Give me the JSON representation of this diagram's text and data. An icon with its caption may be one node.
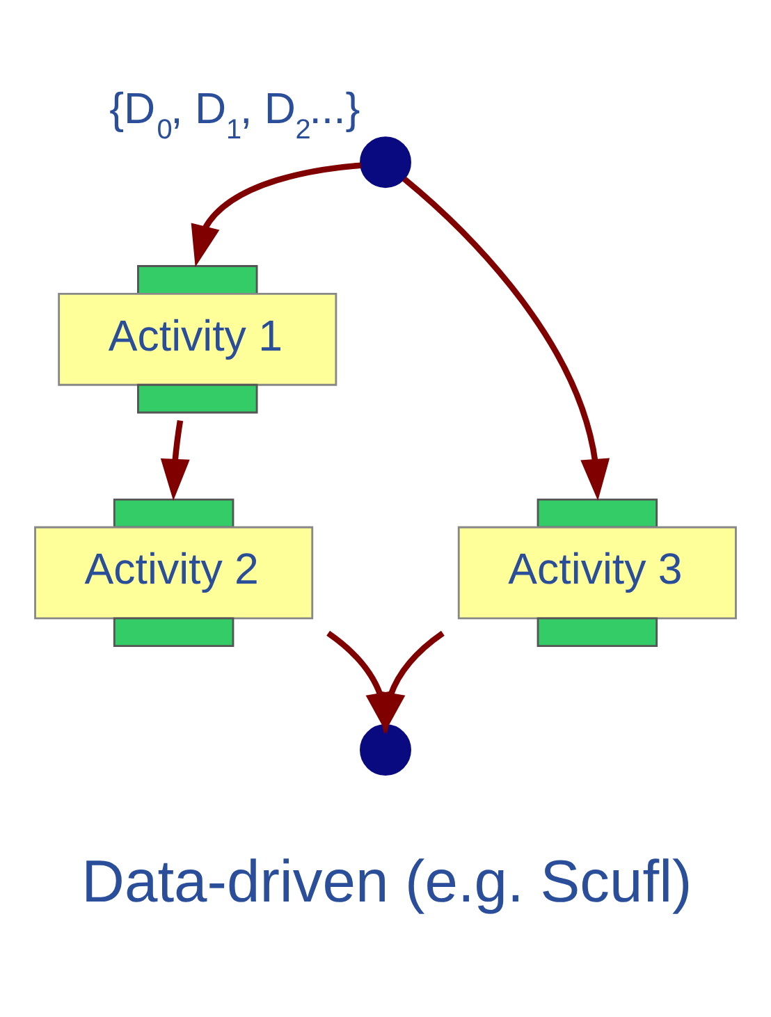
{
  "diagram": {
    "nodes": [
      {
        "text": [],
        "shape": "circle",
        "beside": [
          "{D$_{0}$, D$_{1}$, D$_{2}$...}"
        ]
      },
      {
        "text": [
          "Activity 1"
        ]
      },
      {
        "text": [
          "Activity 2"
        ]
      },
      {
        "text": [
          "Activity 3"
        ]
      },
      {
        "text": [],
        "shape": "circle",
        "beside": [
          "Data-driven (e.g. Scufl)"
        ]
      }
    ],
    "edges": [
      {
        "from": 0,
        "to": 1,
        "arrow": "to"
      },
      {
        "from": 0,
        "to": 3,
        "arrow": "to"
      },
      {
        "from": 1,
        "to": 2,
        "arrow": "to"
      },
      {
        "from": 2,
        "to": 4,
        "arrow": "to"
      },
      {
        "from": 3,
        "to": 4,
        "arrow": "to"
      }
    ]
  }
}
